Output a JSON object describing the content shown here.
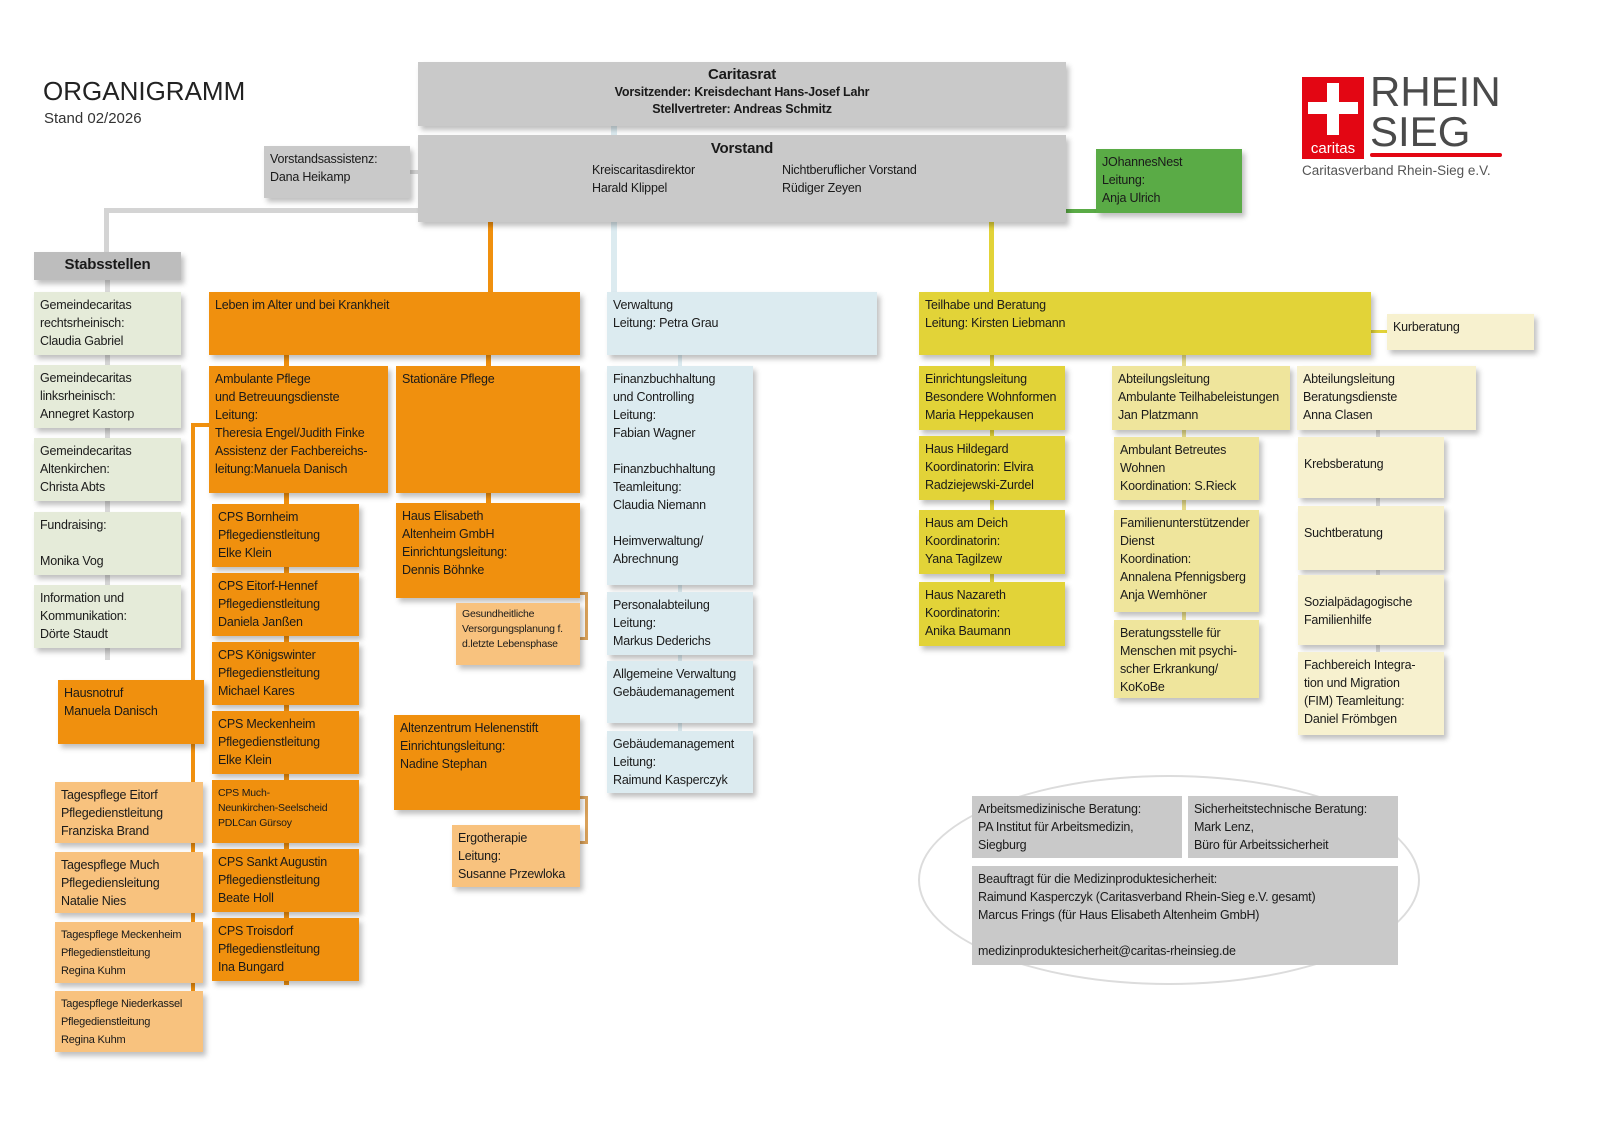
{
  "header": {
    "title": "ORGANIGRAMM",
    "subtitle": "Stand 02/2026"
  },
  "logo": {
    "word1": "RHEIN",
    "word2": "SIEG",
    "caritas": "caritas",
    "org": "Caritasverband Rhein-Sieg e.V.",
    "brand_color": "#e30613"
  },
  "colors": {
    "orange": "#f0900e",
    "light_orange": "#f8c27e",
    "blue": "#dcebf0",
    "yellow": "#e2d338",
    "green": "#5aab46",
    "gray": "#c9c9c9"
  },
  "caritasrat": {
    "title": "Caritasrat",
    "line1": "Vorsitzender: Kreisdechant Hans-Josef Lahr",
    "line2": "Stellvertreter: Andreas Schmitz"
  },
  "vorstand": {
    "title": "Vorstand",
    "left": "Kreiscaritasdirektor\nHarald Klippel",
    "right": "Nichtberuflicher Vorstand\nRüdiger Zeyen"
  },
  "assistenz": "Vorstandsassistenz:\nDana Heikamp",
  "johannesnest": "JOhannesNest\nLeitung:\nAnja Ulrich",
  "stabsstellen": {
    "title": "Stabsstellen",
    "items": [
      "Gemeindecaritas\nrechtsrheinisch:\nClaudia Gabriel",
      "Gemeindecaritas\nlinksrheinisch:\nAnnegret Kastorp",
      "Gemeindecaritas\nAltenkirchen:\nChrista Abts",
      "Fundraising:\n\nMonika Vog",
      "Information und\nKommunikation:\nDörte Staudt"
    ]
  },
  "alter": {
    "title": "Leben im Alter und bei Krankheit",
    "ambulant": "Ambulante Pflege\nund Betreuungsdienste\nLeitung:\nTheresia Engel/Judith Finke\nAssistenz der Fachbereichs-\nleitung:Manuela Danisch",
    "stationaer": "Stationäre Pflege",
    "cps": [
      "CPS Bornheim\nPflegedienstleitung\nElke Klein",
      "CPS Eitorf-Hennef\nPflegedienstleitung\nDaniela Janßen",
      "CPS Königswinter\nPflegedienstleitung\nMichael Kares",
      "CPS Meckenheim\nPflegedienstleitung\nElke Klein",
      "CPS Much-\nNeunkirchen-Seelscheid\nPDLCan Gürsoy",
      "CPS Sankt Augustin\nPflegedienstleitung\nBeate Holl",
      "CPS Troisdorf\nPflegedienstleitung\nIna Bungard"
    ],
    "hausnotruf": "Hausnotruf\nManuela Danisch",
    "tagespflege": [
      "Tagespflege Eitorf\nPflegedienstleitung\nFranziska Brand",
      "Tagespflege Much\nPflegediensleitung\nNatalie Nies",
      "Tagespflege Meckenheim\nPflegedienstleitung\nRegina Kuhm",
      "Tagespflege Niederkassel\nPflegedienstleitung\nRegina Kuhm"
    ],
    "elisabeth": "Haus Elisabeth\nAltenheim GmbH\nEinrichtungsleitung:\nDennis Böhnke",
    "gvp": "Gesundheitliche\nVersorgungsplanung f.\nd.letzte Lebensphase",
    "helenenstift": "Altenzentrum Helenenstift\nEinrichtungsleitung:\nNadine Stephan",
    "ergo": "Ergotherapie\nLeitung:\nSusanne Przewloka"
  },
  "verwaltung": {
    "title": "Verwaltung\nLeitung: Petra Grau",
    "finanz": "Finanzbuchhaltung\nund Controlling\nLeitung:\nFabian Wagner\n\nFinanzbuchhaltung\nTeamleitung:\nClaudia Niemann\n\nHeimverwaltung/\nAbrechnung",
    "personal": "Personalabteilung\nLeitung:\nMarkus Dederichs",
    "allgemein": "Allgemeine Verwaltung\nGebäudemanagement",
    "gebaeude": "Gebäudemanagement\nLeitung:\nRaimund Kasperczyk"
  },
  "teilhabe": {
    "title": "Teilhabe und Beratung\nLeitung: Kirsten Liebmann",
    "kur": "Kurberatung",
    "einrichtung": "Einrichtungsleitung\nBesondere Wohnformen\nMaria Heppekausen",
    "haeuser": [
      "Haus Hildegard\nKoordinatorin: Elvira\nRadziejewski-Zurdel",
      "Haus am Deich\nKoordinatorin:\nYana Tagilzew",
      "Haus Nazareth\nKoordinatorin:\nAnika Baumann"
    ],
    "ambulant": "Abteilungsleitung\nAmbulante Teilhabeleistungen\nJan Platzmann",
    "ambulant_items": [
      "Ambulant Betreutes\nWohnen\nKoordination: S.Rieck",
      "Familienunterstützender\nDienst\nKoordination:\nAnnalena Pfennigsberg\nAnja Wemhöner",
      "Beratungsstelle für\nMenschen mit psychi-\nscher Erkrankung/\nKoKoBe"
    ],
    "beratung": "Abteilungsleitung\nBeratungsdienste\nAnna Clasen",
    "beratung_items": [
      "Krebsberatung",
      "Suchtberatung",
      "Sozialpädagogische\nFamilienhilfe",
      "Fachbereich Integra-\ntion und Migration\n(FIM) Teamleitung:\nDaniel Frömbgen"
    ]
  },
  "extern": {
    "arbeitsmed": "Arbeitsmedizinische Beratung:\nPA Institut für Arbeitsmedizin,\nSiegburg",
    "sicherheit": "Sicherheitstechnische Beratung:\nMark Lenz,\nBüro für Arbeitssicherheit",
    "mps": "Beauftragt für die Medizinproduktesicherheit:\nRaimund Kasperczyk (Caritasverband Rhein-Sieg e.V. gesamt)\nMarcus Frings (für Haus Elisabeth Altenheim GmbH)\n\nmedizinproduktesicherheit@caritas-rheinsieg.de"
  }
}
